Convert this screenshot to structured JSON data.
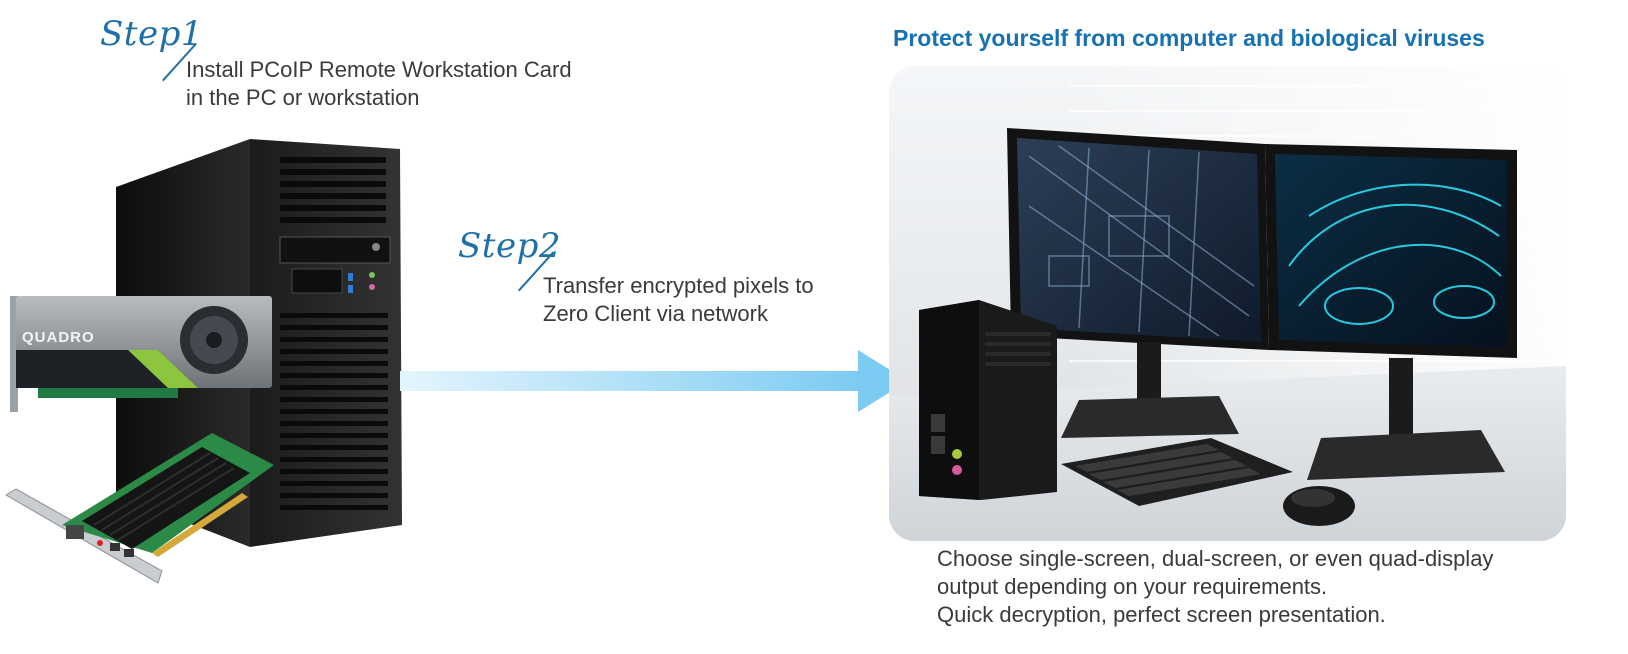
{
  "step1": {
    "label": "Step1",
    "line1": "Install PCoIP Remote Workstation Card",
    "line2": "in the PC or workstation"
  },
  "step2": {
    "label": "Step2",
    "line1": "Transfer encrypted pixels to",
    "line2": "Zero Client via network"
  },
  "headline": "Protect yourself from computer and biological viruses",
  "gpu_brand": "QUADRO",
  "caption": {
    "line1": "Choose single-screen, dual-screen, or even quad-display",
    "line2": "output depending on your requirements.",
    "line3": "Quick decryption, perfect screen presentation."
  },
  "colors": {
    "accent": "#1672b3",
    "arrow": "#8fd3f5",
    "gpu_stripe": "#8cc63f"
  }
}
